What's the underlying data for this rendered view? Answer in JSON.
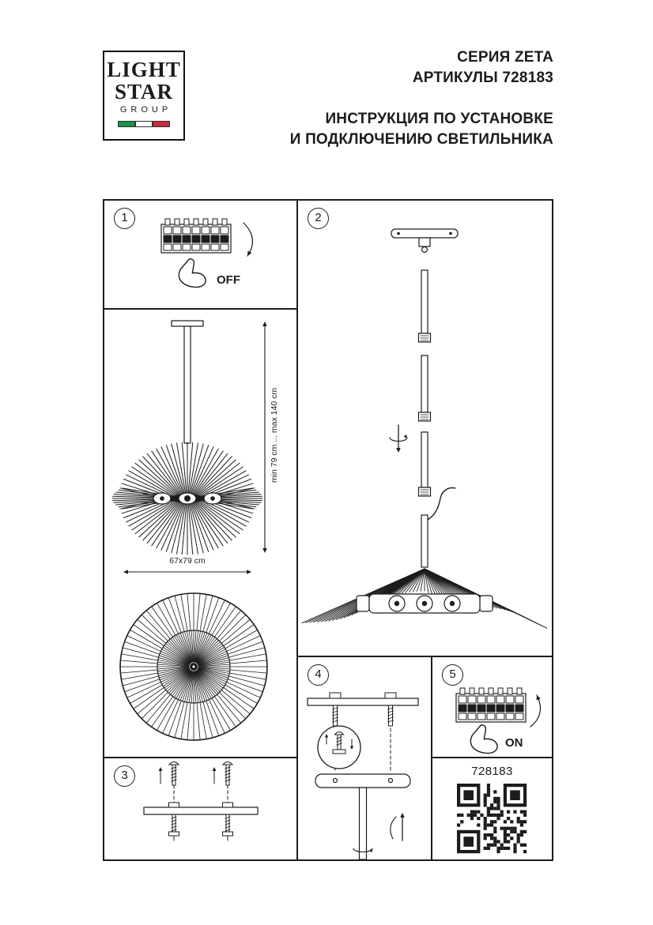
{
  "colors": {
    "ink": "#1c1c1c",
    "paper": "#ffffff"
  },
  "logo": {
    "line1": "LIGHT",
    "line2": "STAR",
    "line3": "GROUP",
    "flag_green": "#159447",
    "flag_white": "#ffffff",
    "flag_red": "#cd2a3e"
  },
  "header": {
    "series": "СЕРИЯ ZETA",
    "articles": "АРТИКУЛЫ 728183",
    "title_line1": "ИНСТРУКЦИЯ ПО УСТАНОВКЕ",
    "title_line2": "И ПОДКЛЮЧЕНИЮ СВЕТИЛЬНИКА"
  },
  "steps": [
    {
      "number": "1",
      "label": "OFF"
    },
    {
      "number": "2"
    },
    {
      "number": "3"
    },
    {
      "number": "4"
    },
    {
      "number": "5",
      "label": "ON"
    }
  ],
  "dimensions": {
    "height_range": "min 79 cm ... max 140 cm",
    "width": "67x79 cm"
  },
  "qr_panel": {
    "article": "728183"
  }
}
